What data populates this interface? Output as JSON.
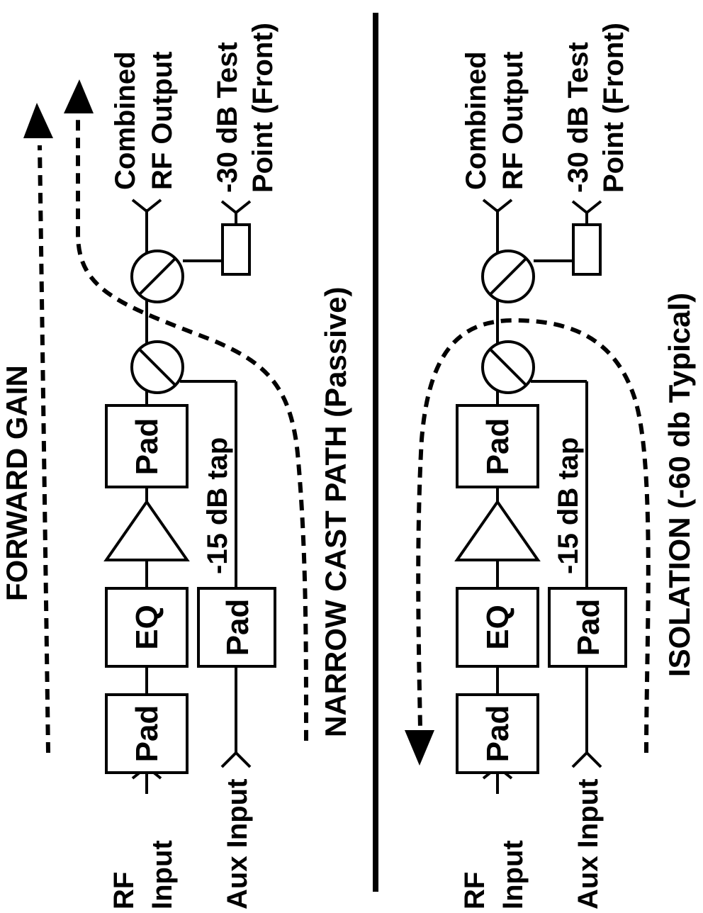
{
  "labels": {
    "forward_gain": "FORWARD GAIN",
    "narrow_cast": "NARROW CAST PATH (Passive)",
    "isolation": "ISOLATION (-60 db Typical)"
  },
  "panels": [
    {
      "rf_input_l1": "RF",
      "rf_input_l2": "Input",
      "aux_input": "Aux Input",
      "pad1": "Pad",
      "eq": "EQ",
      "pad2": "Pad",
      "aux_pad": "Pad",
      "tap": "-15 dB tap",
      "output_l1": "Combined",
      "output_l2": "RF Output",
      "test_l1": "-30 dB Test",
      "test_l2": "Point (Front)"
    },
    {
      "rf_input_l1": "RF",
      "rf_input_l2": "Input",
      "aux_input": "Aux Input",
      "pad1": "Pad",
      "eq": "EQ",
      "pad2": "Pad",
      "aux_pad": "Pad",
      "tap": "-15 dB tap",
      "output_l1": "Combined",
      "output_l2": "RF Output",
      "test_l1": "-30 dB Test",
      "test_l2": "Point (Front)"
    }
  ]
}
